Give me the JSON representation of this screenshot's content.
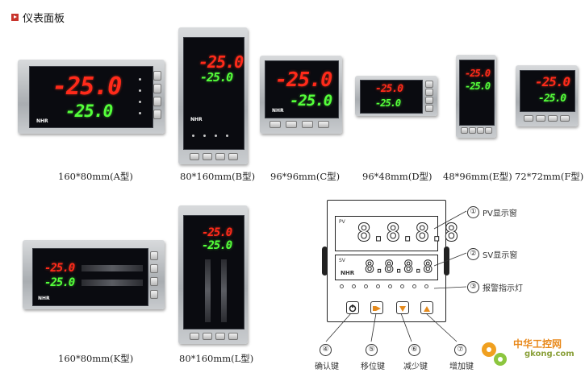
{
  "header": {
    "title": "仪表面板"
  },
  "displays": {
    "pv": "-25.0",
    "sv": "-25.0",
    "pv_short": "-25.0",
    "brand": "NHR"
  },
  "captions": {
    "a": "160*80mm(A型)",
    "b": "80*160mm(B型)",
    "c": "96*96mm(C型)",
    "d": "96*48mm(D型)",
    "e": "48*96mm(E型)",
    "f": "72*72mm(F型)",
    "k": "160*80mm(K型)",
    "l": "80*160mm(L型)"
  },
  "diagram": {
    "digits": "8.8.8.8",
    "label_pv": "PV",
    "label_sv": "SV",
    "brand": "NHR",
    "callouts": [
      {
        "num": "①",
        "text": "PV显示窗"
      },
      {
        "num": "②",
        "text": "SV显示窗"
      },
      {
        "num": "③",
        "text": "报警指示灯"
      },
      {
        "num": "④",
        "text": "确认键"
      },
      {
        "num": "⑤",
        "text": "移位键"
      },
      {
        "num": "⑥",
        "text": "减少键"
      },
      {
        "num": "⑦",
        "text": "增加键"
      }
    ]
  },
  "watermark": {
    "name": "中华工控网",
    "url": "gkong.com"
  },
  "colors": {
    "pv": "#ff2a1a",
    "sv": "#54ff3a",
    "panel": "#b0b4b8"
  }
}
